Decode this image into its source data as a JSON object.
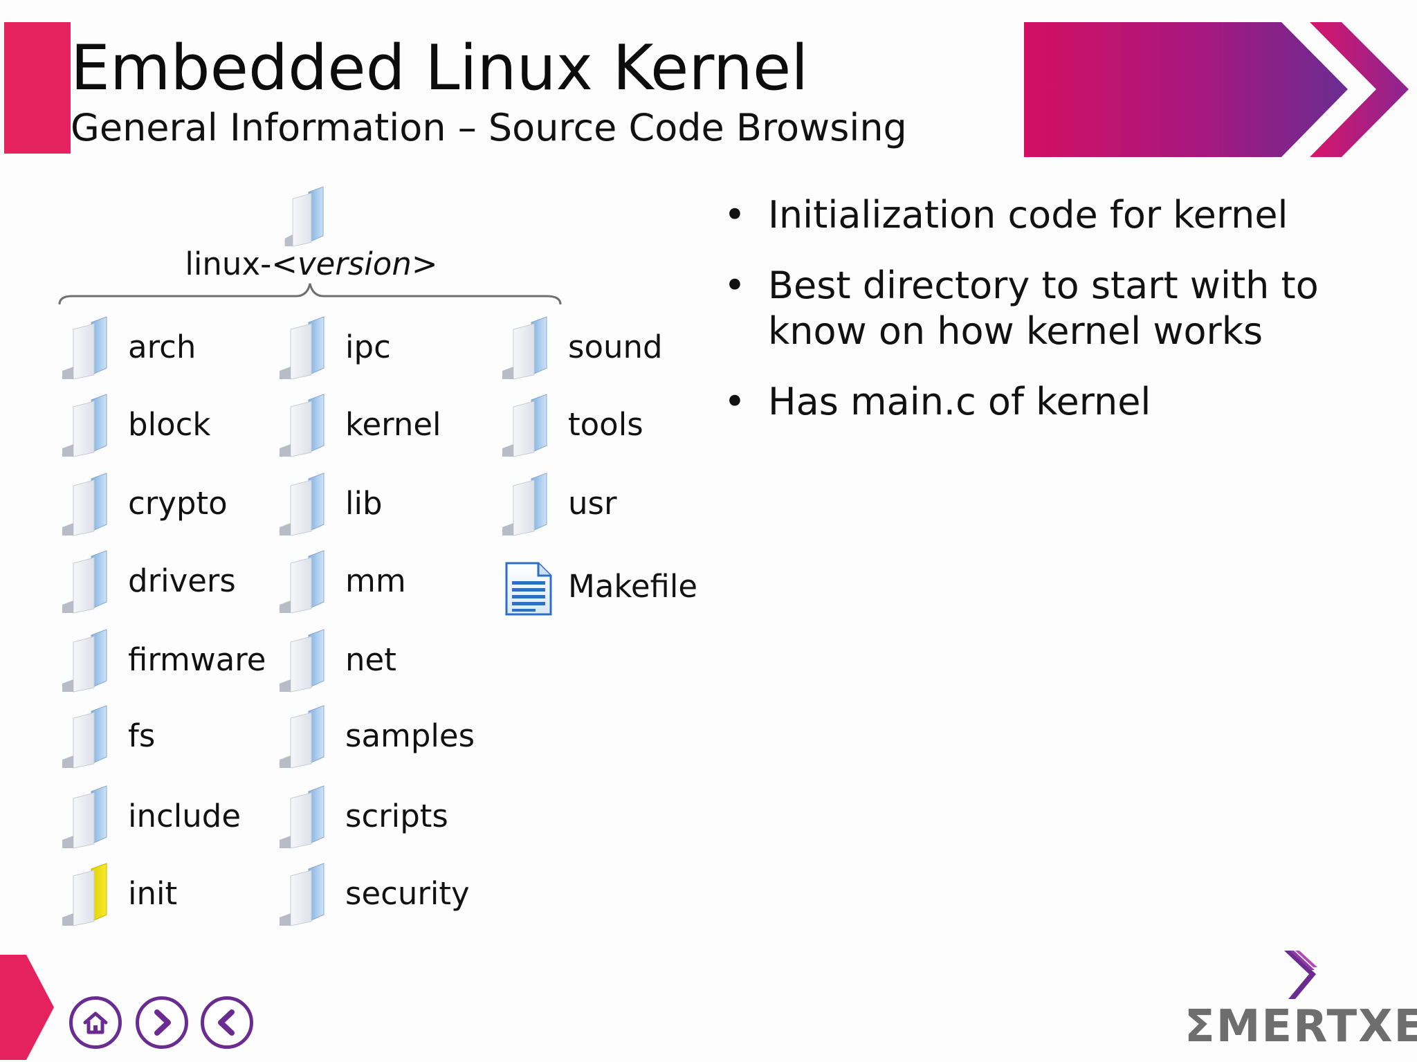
{
  "slide": {
    "title": "Embedded Linux Kernel",
    "subtitle": "General Information – Source Code Browsing"
  },
  "tree": {
    "root_prefix": "linux-<",
    "root_version": "version",
    "root_suffix": ">",
    "columns": [
      [
        {
          "name": "arch",
          "type": "folder"
        },
        {
          "name": "block",
          "type": "folder"
        },
        {
          "name": "crypto",
          "type": "folder"
        },
        {
          "name": "drivers",
          "type": "folder"
        },
        {
          "name": "firmware",
          "type": "folder"
        },
        {
          "name": "fs",
          "type": "folder"
        },
        {
          "name": "include",
          "type": "folder"
        },
        {
          "name": "init",
          "type": "folder-highlighted"
        }
      ],
      [
        {
          "name": "ipc",
          "type": "folder"
        },
        {
          "name": "kernel",
          "type": "folder"
        },
        {
          "name": "lib",
          "type": "folder"
        },
        {
          "name": "mm",
          "type": "folder"
        },
        {
          "name": "net",
          "type": "folder"
        },
        {
          "name": "samples",
          "type": "folder"
        },
        {
          "name": "scripts",
          "type": "folder"
        },
        {
          "name": "security",
          "type": "folder"
        }
      ],
      [
        {
          "name": "sound",
          "type": "folder"
        },
        {
          "name": "tools",
          "type": "folder"
        },
        {
          "name": "usr",
          "type": "folder"
        },
        {
          "name": "Makefile",
          "type": "file"
        }
      ]
    ]
  },
  "bullets": [
    "Initialization code for kernel",
    "Best directory to start with to know on how kernel works",
    "Has main.c of kernel"
  ],
  "bullet_symbol": "•",
  "navigation": {
    "home_icon": "home-icon",
    "next_icon": "chevron-right-icon",
    "prev_icon": "chevron-left-icon"
  },
  "logo": {
    "text": "ƩMERTXE"
  },
  "colors": {
    "accent_pink": "#e4235e",
    "accent_purple": "#6a2c91",
    "folder_highlight": "#f3e60c",
    "folder_blue": "#9cc3e8"
  }
}
